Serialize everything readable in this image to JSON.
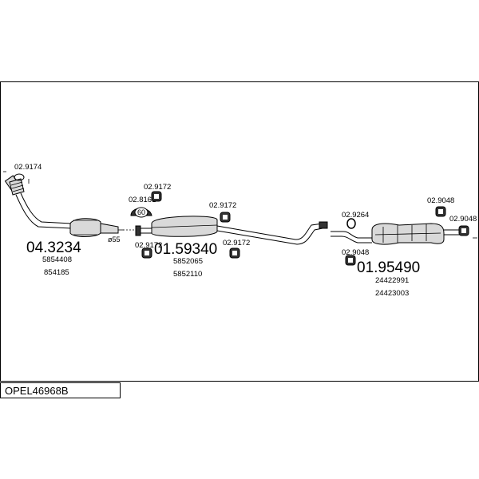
{
  "reference_code": "OPEL46968B",
  "parts": {
    "p1": {
      "number": "04.3234",
      "oem": [
        "5854408",
        "854185"
      ]
    },
    "p2": {
      "number": "01.59340",
      "oem": [
        "5852065",
        "5852110"
      ]
    },
    "p3": {
      "number": "01.95490",
      "oem": [
        "24422991",
        "24423003"
      ]
    }
  },
  "accessories": {
    "a_9174": "02.9174",
    "a_8161": "02.8161",
    "a_9172_top": "02.9172",
    "a_9172_mid": "02.9172",
    "a_9172_low": "02.9172",
    "a_9172_left": "02.9172",
    "a_9264": "02.9264",
    "a_9048_low": "02.9048",
    "a_9048_top": "02.9048",
    "a_9048_right": "02.9048"
  },
  "clamp_diameter": "ø55",
  "clamp_ring_label": "60"
}
